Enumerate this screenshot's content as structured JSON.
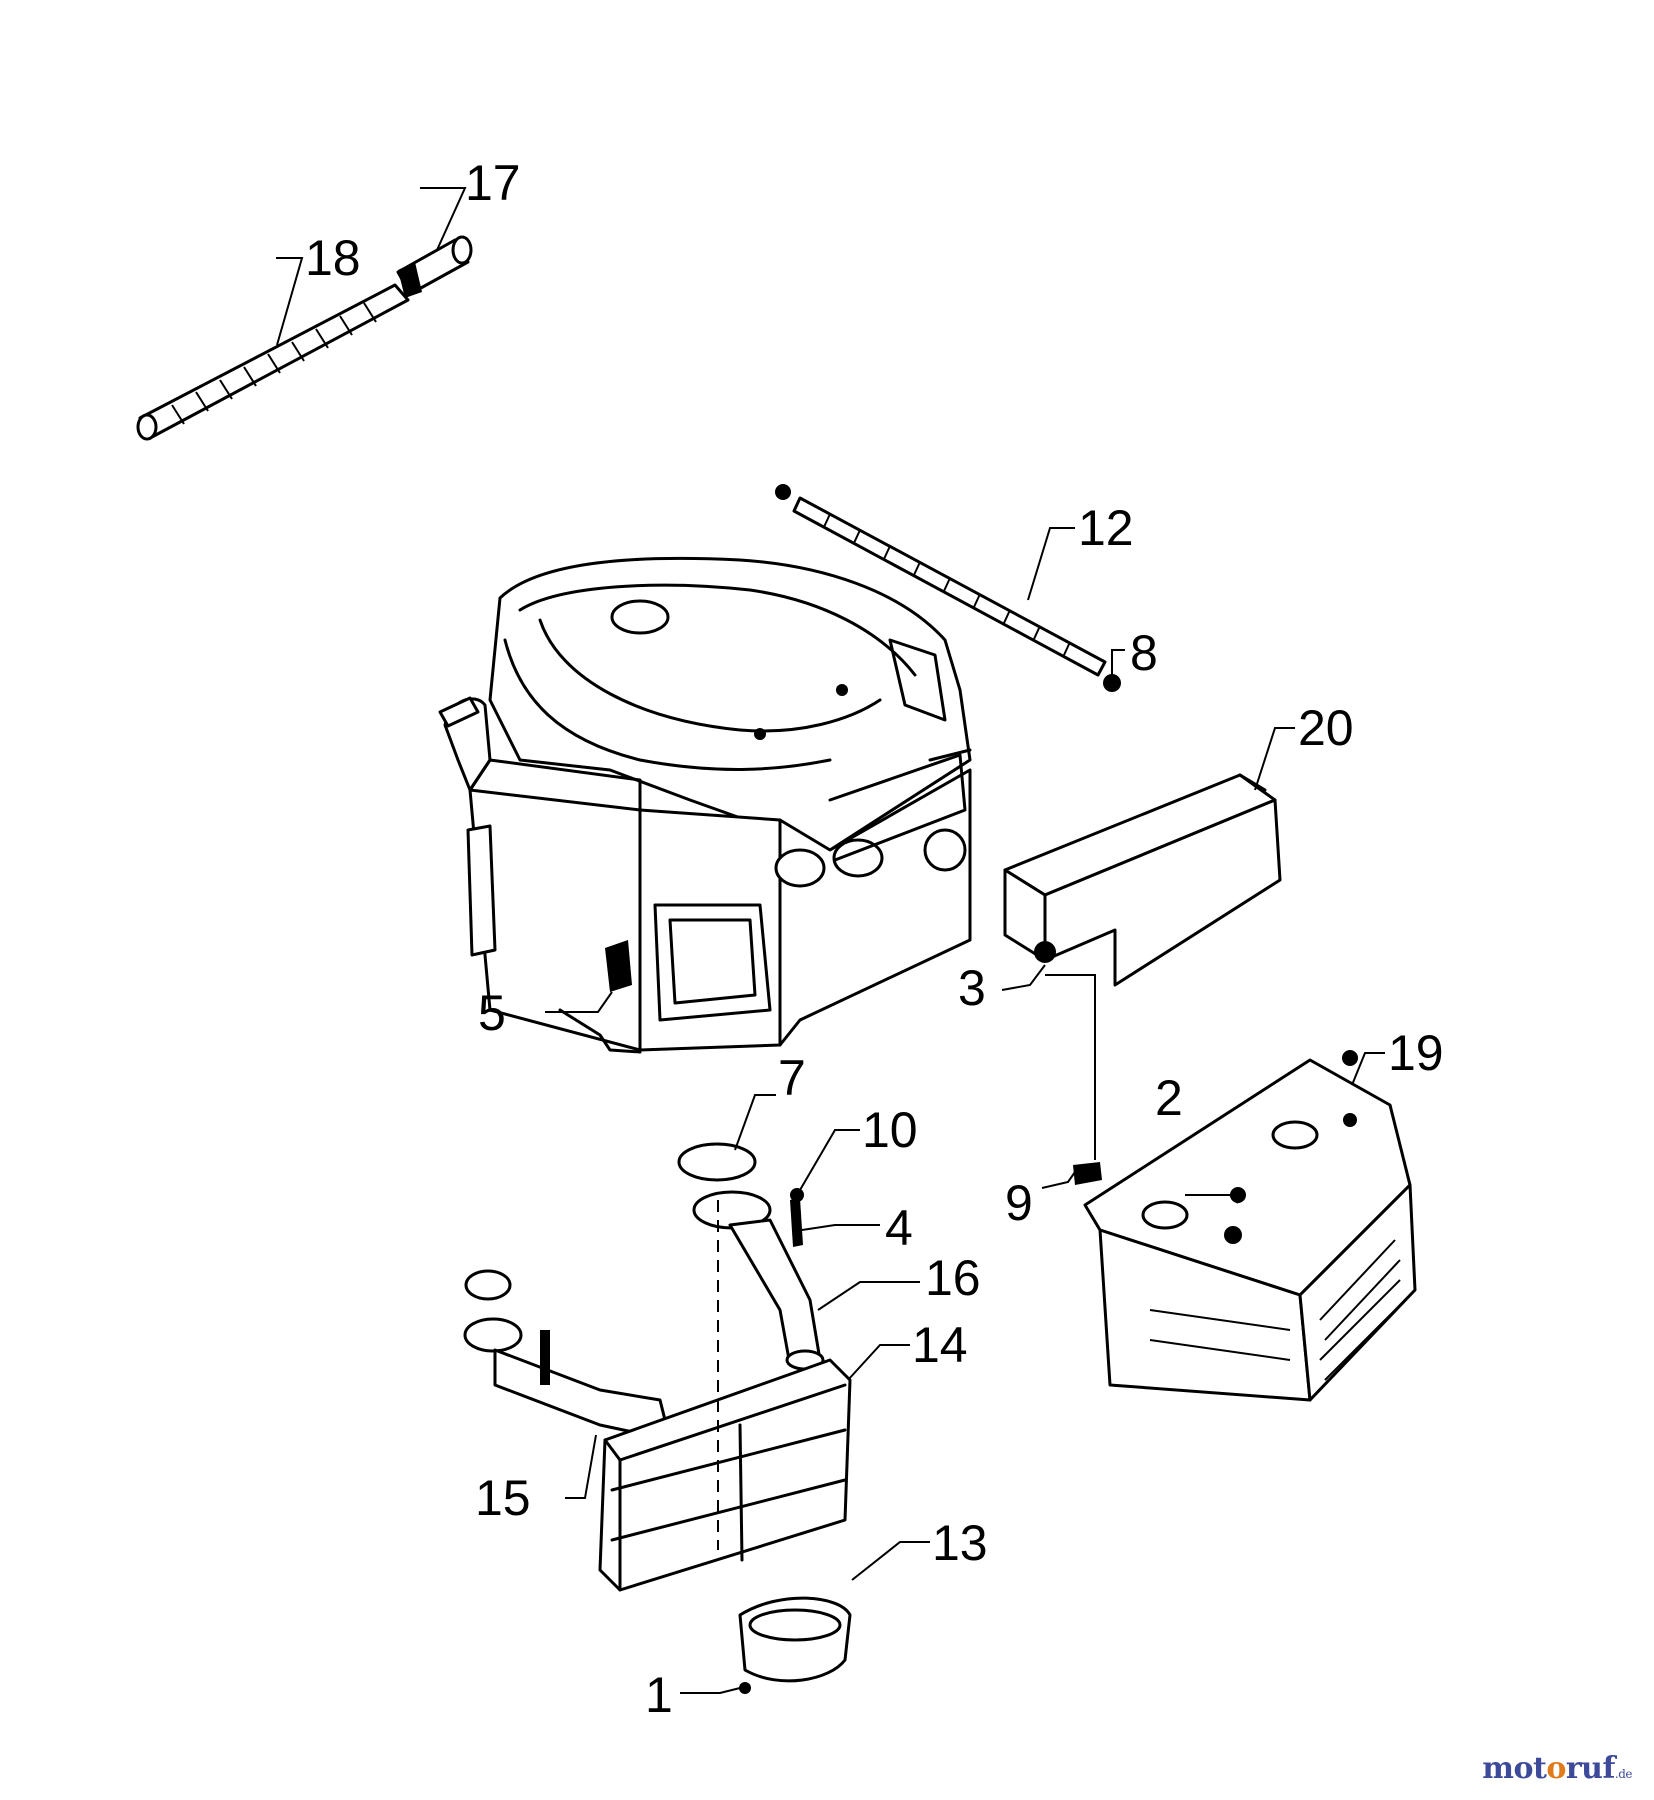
{
  "callouts": {
    "c1": "1",
    "c2": "2",
    "c3": "3",
    "c4": "4",
    "c5": "5",
    "c7": "7",
    "c8": "8",
    "c9": "9",
    "c10": "10",
    "c12": "12",
    "c13": "13",
    "c14": "14",
    "c15": "15",
    "c16": "16",
    "c17": "17",
    "c18": "18",
    "c19": "19",
    "c20": "20"
  },
  "watermark": {
    "part1": "mot",
    "part2": "o",
    "part3": "ruf",
    "tld": ".de"
  },
  "colors": {
    "line": "#000000",
    "background": "#ffffff",
    "watermark_blue": "#3d4a9a",
    "watermark_orange": "#e07a1a"
  }
}
